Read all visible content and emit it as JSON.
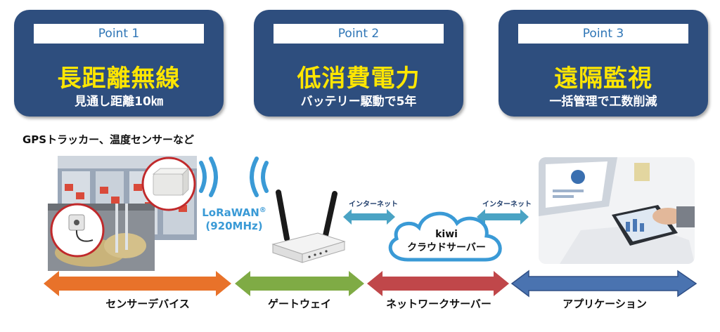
{
  "points": [
    {
      "label": "Point 1",
      "title": "長距離無線",
      "subtitle": "見通し距離10㎞"
    },
    {
      "label": "Point 2",
      "title": "低消費電力",
      "subtitle": "バッテリー駆動で5年"
    },
    {
      "label": "Point 3",
      "title": "遠隔監視",
      "subtitle": "一括管理で工数削減"
    }
  ],
  "sensor_caption": "GPSトラッカー、温度センサーなど",
  "lora": {
    "name": "LoRaWAN",
    "mark": "®",
    "freq": "(920MHz)"
  },
  "internet_label_1": "インターネット",
  "internet_label_2": "インターネット",
  "cloud": {
    "line1": "kiwi",
    "line2": "クラウドサーバー"
  },
  "stages": [
    {
      "label": "センサーデバイス",
      "color": "#e8722a"
    },
    {
      "label": "ゲートウェイ",
      "color": "#7fab45"
    },
    {
      "label": "ネットワークサーバー",
      "color": "#c0474a"
    },
    {
      "label": "アプリケーション",
      "color": "#4a73b0"
    }
  ],
  "colors": {
    "card_bg": "#2e4e7e",
    "card_title": "#ffe600",
    "point_label": "#2e75b6",
    "wave": "#3a9ad6",
    "link_arrow": "#4aa3c4"
  }
}
